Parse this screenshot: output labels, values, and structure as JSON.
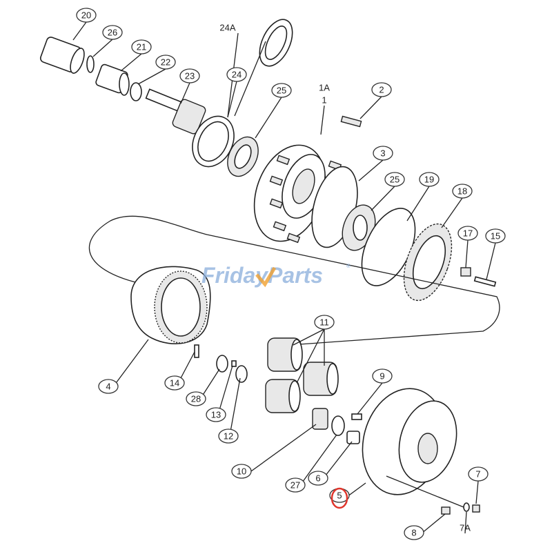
{
  "diagram": {
    "callouts": [
      "20",
      "26",
      "21",
      "22",
      "23",
      "24A",
      "24",
      "25",
      "1A",
      "1",
      "2",
      "3",
      "25",
      "19",
      "18",
      "17",
      "15",
      "11",
      "4",
      "14",
      "28",
      "13",
      "12",
      "9",
      "10",
      "27",
      "6",
      "5",
      "7",
      "8",
      "7A"
    ],
    "highlighted_callout": "5",
    "highlight_color": "#e0352b"
  },
  "watermark": {
    "text": "FridayParts",
    "registered": "®",
    "color": "#8aaedc",
    "accent_color": "#f0a030"
  }
}
